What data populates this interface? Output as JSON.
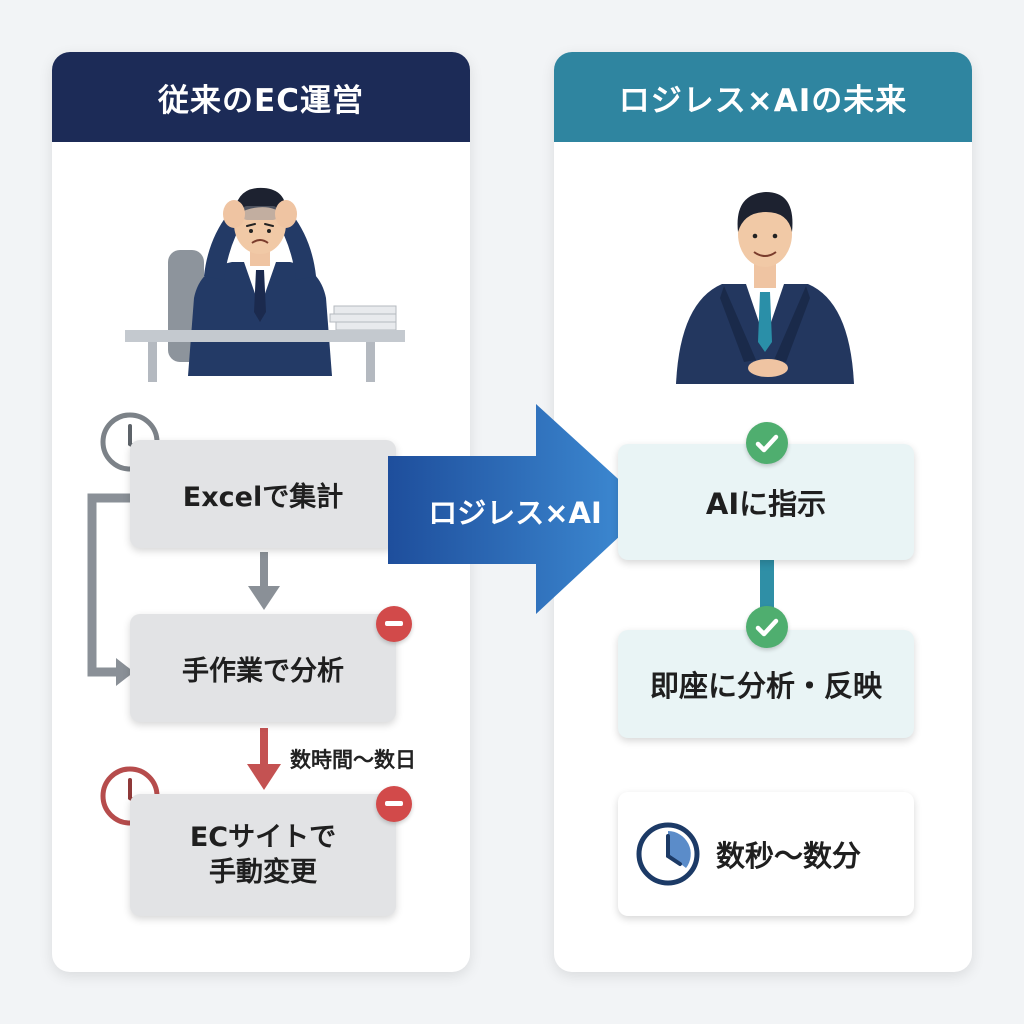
{
  "left_panel": {
    "title": "従来のEC運営",
    "steps": [
      "Excelで集計",
      "手作業で分析"
    ],
    "step3_line1": "ECサイトで",
    "step3_line2": "手動変更",
    "time_label": "数時間〜数日"
  },
  "transition": {
    "label": "ロジレス×AI"
  },
  "right_panel": {
    "title": "ロジレス×AIの未来",
    "steps": [
      "AIに指示",
      "即座に分析・反映"
    ],
    "time_label": "数秒〜数分"
  },
  "colors": {
    "left_header": "#1c2b57",
    "right_header": "#2f85a0",
    "transition_arrow": "#2f6fc4",
    "check_green": "#4fae6f",
    "minus_red": "#d24a4a"
  }
}
